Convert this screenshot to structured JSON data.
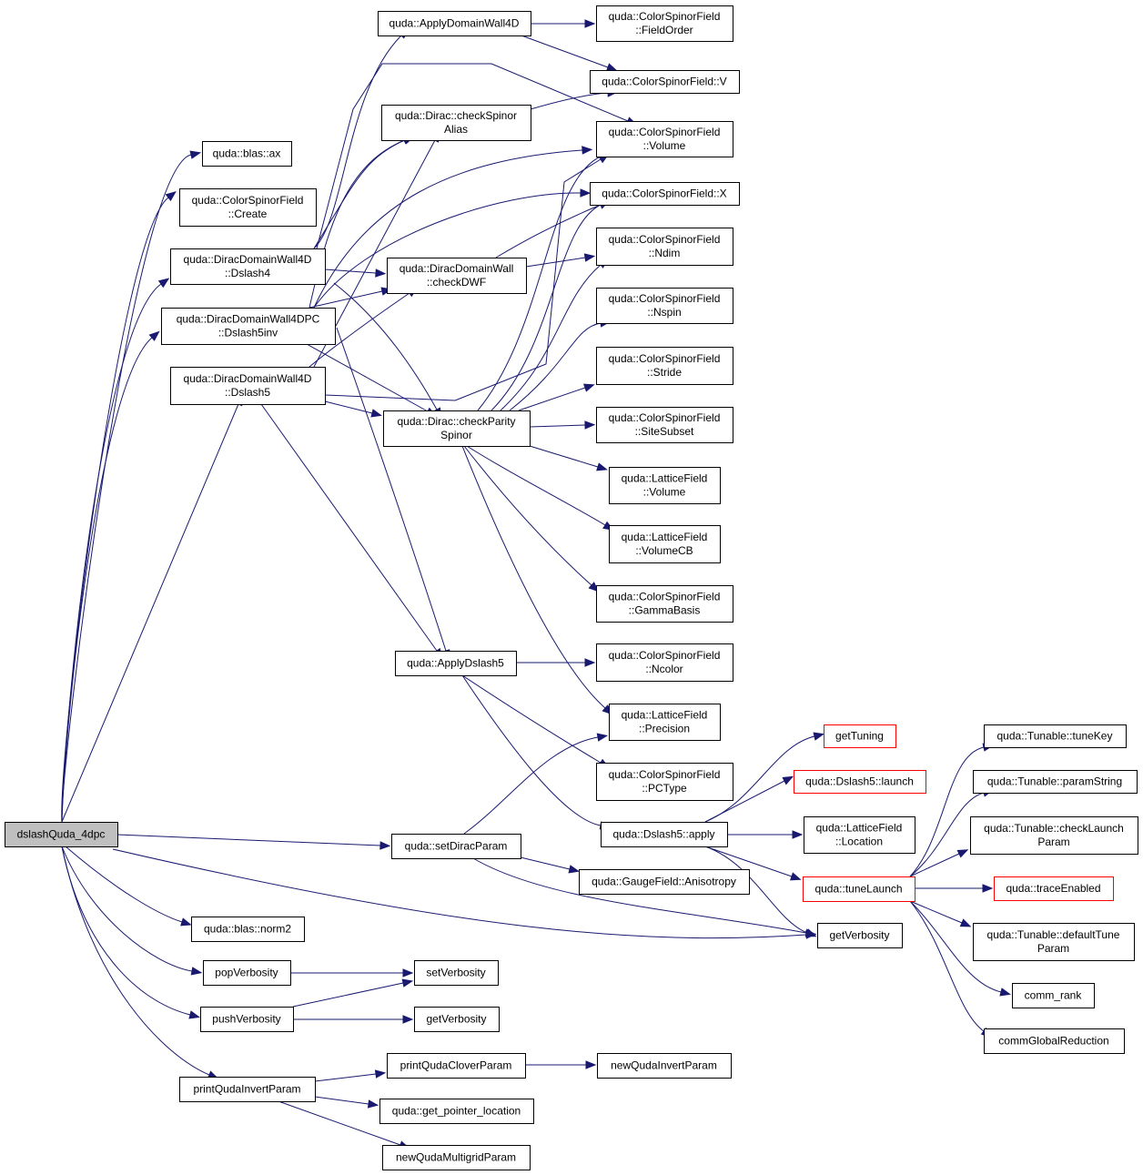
{
  "colors": {
    "edge": "#191970",
    "node_border": "#000000",
    "node_border_truncated": "#ff0000",
    "root_fill": "#bfbfbf",
    "background": "#ffffff"
  },
  "nodes": [
    {
      "id": "root",
      "lines": [
        "dslashQuda_4dpc"
      ],
      "root": true
    },
    {
      "id": "applyDomainWall4D",
      "lines": [
        "quda::ApplyDomainWall4D"
      ]
    },
    {
      "id": "csfFieldOrder",
      "lines": [
        "quda::ColorSpinorField",
        "::FieldOrder"
      ]
    },
    {
      "id": "csfV",
      "lines": [
        "quda::ColorSpinorField::V"
      ]
    },
    {
      "id": "checkSpinorAlias",
      "lines": [
        "quda::Dirac::checkSpinor",
        "Alias"
      ]
    },
    {
      "id": "csfVolume",
      "lines": [
        "quda::ColorSpinorField",
        "::Volume"
      ]
    },
    {
      "id": "blasAx",
      "lines": [
        "quda::blas::ax"
      ]
    },
    {
      "id": "csfX",
      "lines": [
        "quda::ColorSpinorField::X"
      ]
    },
    {
      "id": "csfCreate",
      "lines": [
        "quda::ColorSpinorField",
        "::Create"
      ]
    },
    {
      "id": "csfNdim",
      "lines": [
        "quda::ColorSpinorField",
        "::Ndim"
      ]
    },
    {
      "id": "dwDslash4",
      "lines": [
        "quda::DiracDomainWall4D",
        "::Dslash4"
      ]
    },
    {
      "id": "checkDWF",
      "lines": [
        "quda::DiracDomainWall",
        "::checkDWF"
      ]
    },
    {
      "id": "csfNspin",
      "lines": [
        "quda::ColorSpinorField",
        "::Nspin"
      ]
    },
    {
      "id": "dwpcDslash5inv",
      "lines": [
        "quda::DiracDomainWall4DPC",
        "::Dslash5inv"
      ]
    },
    {
      "id": "csfStride",
      "lines": [
        "quda::ColorSpinorField",
        "::Stride"
      ]
    },
    {
      "id": "dwDslash5",
      "lines": [
        "quda::DiracDomainWall4D",
        "::Dslash5"
      ]
    },
    {
      "id": "checkParitySpinor",
      "lines": [
        "quda::Dirac::checkParity",
        "Spinor"
      ]
    },
    {
      "id": "csfSiteSubset",
      "lines": [
        "quda::ColorSpinorField",
        "::SiteSubset"
      ]
    },
    {
      "id": "lfVolume",
      "lines": [
        "quda::LatticeField",
        "::Volume"
      ]
    },
    {
      "id": "lfVolumeCB",
      "lines": [
        "quda::LatticeField",
        "::VolumeCB"
      ]
    },
    {
      "id": "csfGammaBasis",
      "lines": [
        "quda::ColorSpinorField",
        "::GammaBasis"
      ]
    },
    {
      "id": "applyDslash5",
      "lines": [
        "quda::ApplyDslash5"
      ]
    },
    {
      "id": "csfNcolor",
      "lines": [
        "quda::ColorSpinorField",
        "::Ncolor"
      ]
    },
    {
      "id": "lfPrecision",
      "lines": [
        "quda::LatticeField",
        "::Precision"
      ]
    },
    {
      "id": "getTuning",
      "lines": [
        "getTuning"
      ],
      "truncated": true
    },
    {
      "id": "tunableTuneKey",
      "lines": [
        "quda::Tunable::tuneKey"
      ]
    },
    {
      "id": "csfPCType",
      "lines": [
        "quda::ColorSpinorField",
        "::PCType"
      ]
    },
    {
      "id": "dslash5Launch",
      "lines": [
        "quda::Dslash5::launch"
      ],
      "truncated": true
    },
    {
      "id": "tunableParamString",
      "lines": [
        "quda::Tunable::paramString"
      ]
    },
    {
      "id": "dslash5Apply",
      "lines": [
        "quda::Dslash5::apply"
      ]
    },
    {
      "id": "lfLocation",
      "lines": [
        "quda::LatticeField",
        "::Location"
      ]
    },
    {
      "id": "tunableCheckLaunchParam",
      "lines": [
        "quda::Tunable::checkLaunch",
        "Param"
      ]
    },
    {
      "id": "setDiracParam",
      "lines": [
        "quda::setDiracParam"
      ]
    },
    {
      "id": "gfAnisotropy",
      "lines": [
        "quda::GaugeField::Anisotropy"
      ]
    },
    {
      "id": "tuneLaunch",
      "lines": [
        "quda::tuneLaunch"
      ],
      "truncated": true
    },
    {
      "id": "traceEnabled",
      "lines": [
        "quda::traceEnabled"
      ],
      "truncated": true
    },
    {
      "id": "blasNorm2",
      "lines": [
        "quda::blas::norm2"
      ]
    },
    {
      "id": "getVerbosity1",
      "lines": [
        "getVerbosity"
      ]
    },
    {
      "id": "tunableDefaultTuneParam",
      "lines": [
        "quda::Tunable::defaultTune",
        "Param"
      ]
    },
    {
      "id": "popVerbosity",
      "lines": [
        "popVerbosity"
      ]
    },
    {
      "id": "setVerbosity",
      "lines": [
        "setVerbosity"
      ]
    },
    {
      "id": "commRank",
      "lines": [
        "comm_rank"
      ]
    },
    {
      "id": "pushVerbosity",
      "lines": [
        "pushVerbosity"
      ]
    },
    {
      "id": "getVerbosity2",
      "lines": [
        "getVerbosity"
      ]
    },
    {
      "id": "commGlobalReduction",
      "lines": [
        "commGlobalReduction"
      ]
    },
    {
      "id": "printQudaCloverParam",
      "lines": [
        "printQudaCloverParam"
      ]
    },
    {
      "id": "newQudaInvertParam",
      "lines": [
        "newQudaInvertParam"
      ]
    },
    {
      "id": "printQudaInvertParam",
      "lines": [
        "printQudaInvertParam"
      ]
    },
    {
      "id": "getPointerLocation",
      "lines": [
        "quda::get_pointer_location"
      ]
    },
    {
      "id": "newQudaMultigridParam",
      "lines": [
        "newQudaMultigridParam"
      ]
    }
  ],
  "edges": [
    {
      "from": "root",
      "to": "blasAx"
    },
    {
      "from": "root",
      "to": "csfCreate"
    },
    {
      "from": "root",
      "to": "dwDslash4"
    },
    {
      "from": "root",
      "to": "dwpcDslash5inv"
    },
    {
      "from": "root",
      "to": "dwDslash5"
    },
    {
      "from": "root",
      "to": "setDiracParam"
    },
    {
      "from": "root",
      "to": "blasNorm2"
    },
    {
      "from": "root",
      "to": "popVerbosity"
    },
    {
      "from": "root",
      "to": "pushVerbosity"
    },
    {
      "from": "root",
      "to": "printQudaInvertParam"
    },
    {
      "from": "root",
      "to": "getVerbosity1"
    },
    {
      "from": "applyDomainWall4D",
      "to": "csfFieldOrder"
    },
    {
      "from": "applyDomainWall4D",
      "to": "csfV"
    },
    {
      "from": "checkSpinorAlias",
      "to": "csfV"
    },
    {
      "from": "dwDslash4",
      "to": "applyDomainWall4D"
    },
    {
      "from": "dwDslash4",
      "to": "checkSpinorAlias"
    },
    {
      "from": "dwDslash4",
      "to": "checkDWF"
    },
    {
      "from": "dwDslash4",
      "to": "checkParitySpinor"
    },
    {
      "from": "dwDslash4",
      "to": "csfVolume"
    },
    {
      "from": "dwpcDslash5inv",
      "to": "checkSpinorAlias"
    },
    {
      "from": "dwpcDslash5inv",
      "to": "checkDWF"
    },
    {
      "from": "dwpcDslash5inv",
      "to": "checkParitySpinor"
    },
    {
      "from": "dwpcDslash5inv",
      "to": "csfX"
    },
    {
      "from": "dwpcDslash5inv",
      "to": "applyDslash5"
    },
    {
      "from": "dwpcDslash5inv",
      "to": "csfVolume"
    },
    {
      "from": "dwDslash5",
      "to": "checkSpinorAlias"
    },
    {
      "from": "dwDslash5",
      "to": "checkDWF"
    },
    {
      "from": "dwDslash5",
      "to": "checkParitySpinor"
    },
    {
      "from": "dwDslash5",
      "to": "applyDslash5"
    },
    {
      "from": "dwDslash5",
      "to": "csfVolume"
    },
    {
      "from": "checkDWF",
      "to": "csfX"
    },
    {
      "from": "checkDWF",
      "to": "csfNdim"
    },
    {
      "from": "checkParitySpinor",
      "to": "csfVolume"
    },
    {
      "from": "checkParitySpinor",
      "to": "csfX"
    },
    {
      "from": "checkParitySpinor",
      "to": "csfNdim"
    },
    {
      "from": "checkParitySpinor",
      "to": "csfNspin"
    },
    {
      "from": "checkParitySpinor",
      "to": "csfStride"
    },
    {
      "from": "checkParitySpinor",
      "to": "csfSiteSubset"
    },
    {
      "from": "checkParitySpinor",
      "to": "lfVolume"
    },
    {
      "from": "checkParitySpinor",
      "to": "lfVolumeCB"
    },
    {
      "from": "checkParitySpinor",
      "to": "csfGammaBasis"
    },
    {
      "from": "checkParitySpinor",
      "to": "lfPrecision"
    },
    {
      "from": "applyDslash5",
      "to": "csfNcolor"
    },
    {
      "from": "applyDslash5",
      "to": "csfPCType"
    },
    {
      "from": "applyDslash5",
      "to": "dslash5Apply"
    },
    {
      "from": "dslash5Apply",
      "to": "getTuning"
    },
    {
      "from": "dslash5Apply",
      "to": "dslash5Launch"
    },
    {
      "from": "dslash5Apply",
      "to": "lfLocation"
    },
    {
      "from": "dslash5Apply",
      "to": "tuneLaunch"
    },
    {
      "from": "dslash5Apply",
      "to": "getVerbosity1"
    },
    {
      "from": "tuneLaunch",
      "to": "tunableTuneKey"
    },
    {
      "from": "tuneLaunch",
      "to": "tunableParamString"
    },
    {
      "from": "tuneLaunch",
      "to": "tunableCheckLaunchParam"
    },
    {
      "from": "tuneLaunch",
      "to": "traceEnabled"
    },
    {
      "from": "tuneLaunch",
      "to": "tunableDefaultTuneParam"
    },
    {
      "from": "tuneLaunch",
      "to": "commRank"
    },
    {
      "from": "tuneLaunch",
      "to": "commGlobalReduction"
    },
    {
      "from": "setDiracParam",
      "to": "lfPrecision"
    },
    {
      "from": "setDiracParam",
      "to": "gfAnisotropy"
    },
    {
      "from": "setDiracParam",
      "to": "getVerbosity1"
    },
    {
      "from": "popVerbosity",
      "to": "setVerbosity"
    },
    {
      "from": "pushVerbosity",
      "to": "setVerbosity"
    },
    {
      "from": "pushVerbosity",
      "to": "getVerbosity2"
    },
    {
      "from": "printQudaInvertParam",
      "to": "printQudaCloverParam"
    },
    {
      "from": "printQudaInvertParam",
      "to": "getPointerLocation"
    },
    {
      "from": "printQudaInvertParam",
      "to": "newQudaMultigridParam"
    },
    {
      "from": "printQudaCloverParam",
      "to": "newQudaInvertParam"
    }
  ]
}
